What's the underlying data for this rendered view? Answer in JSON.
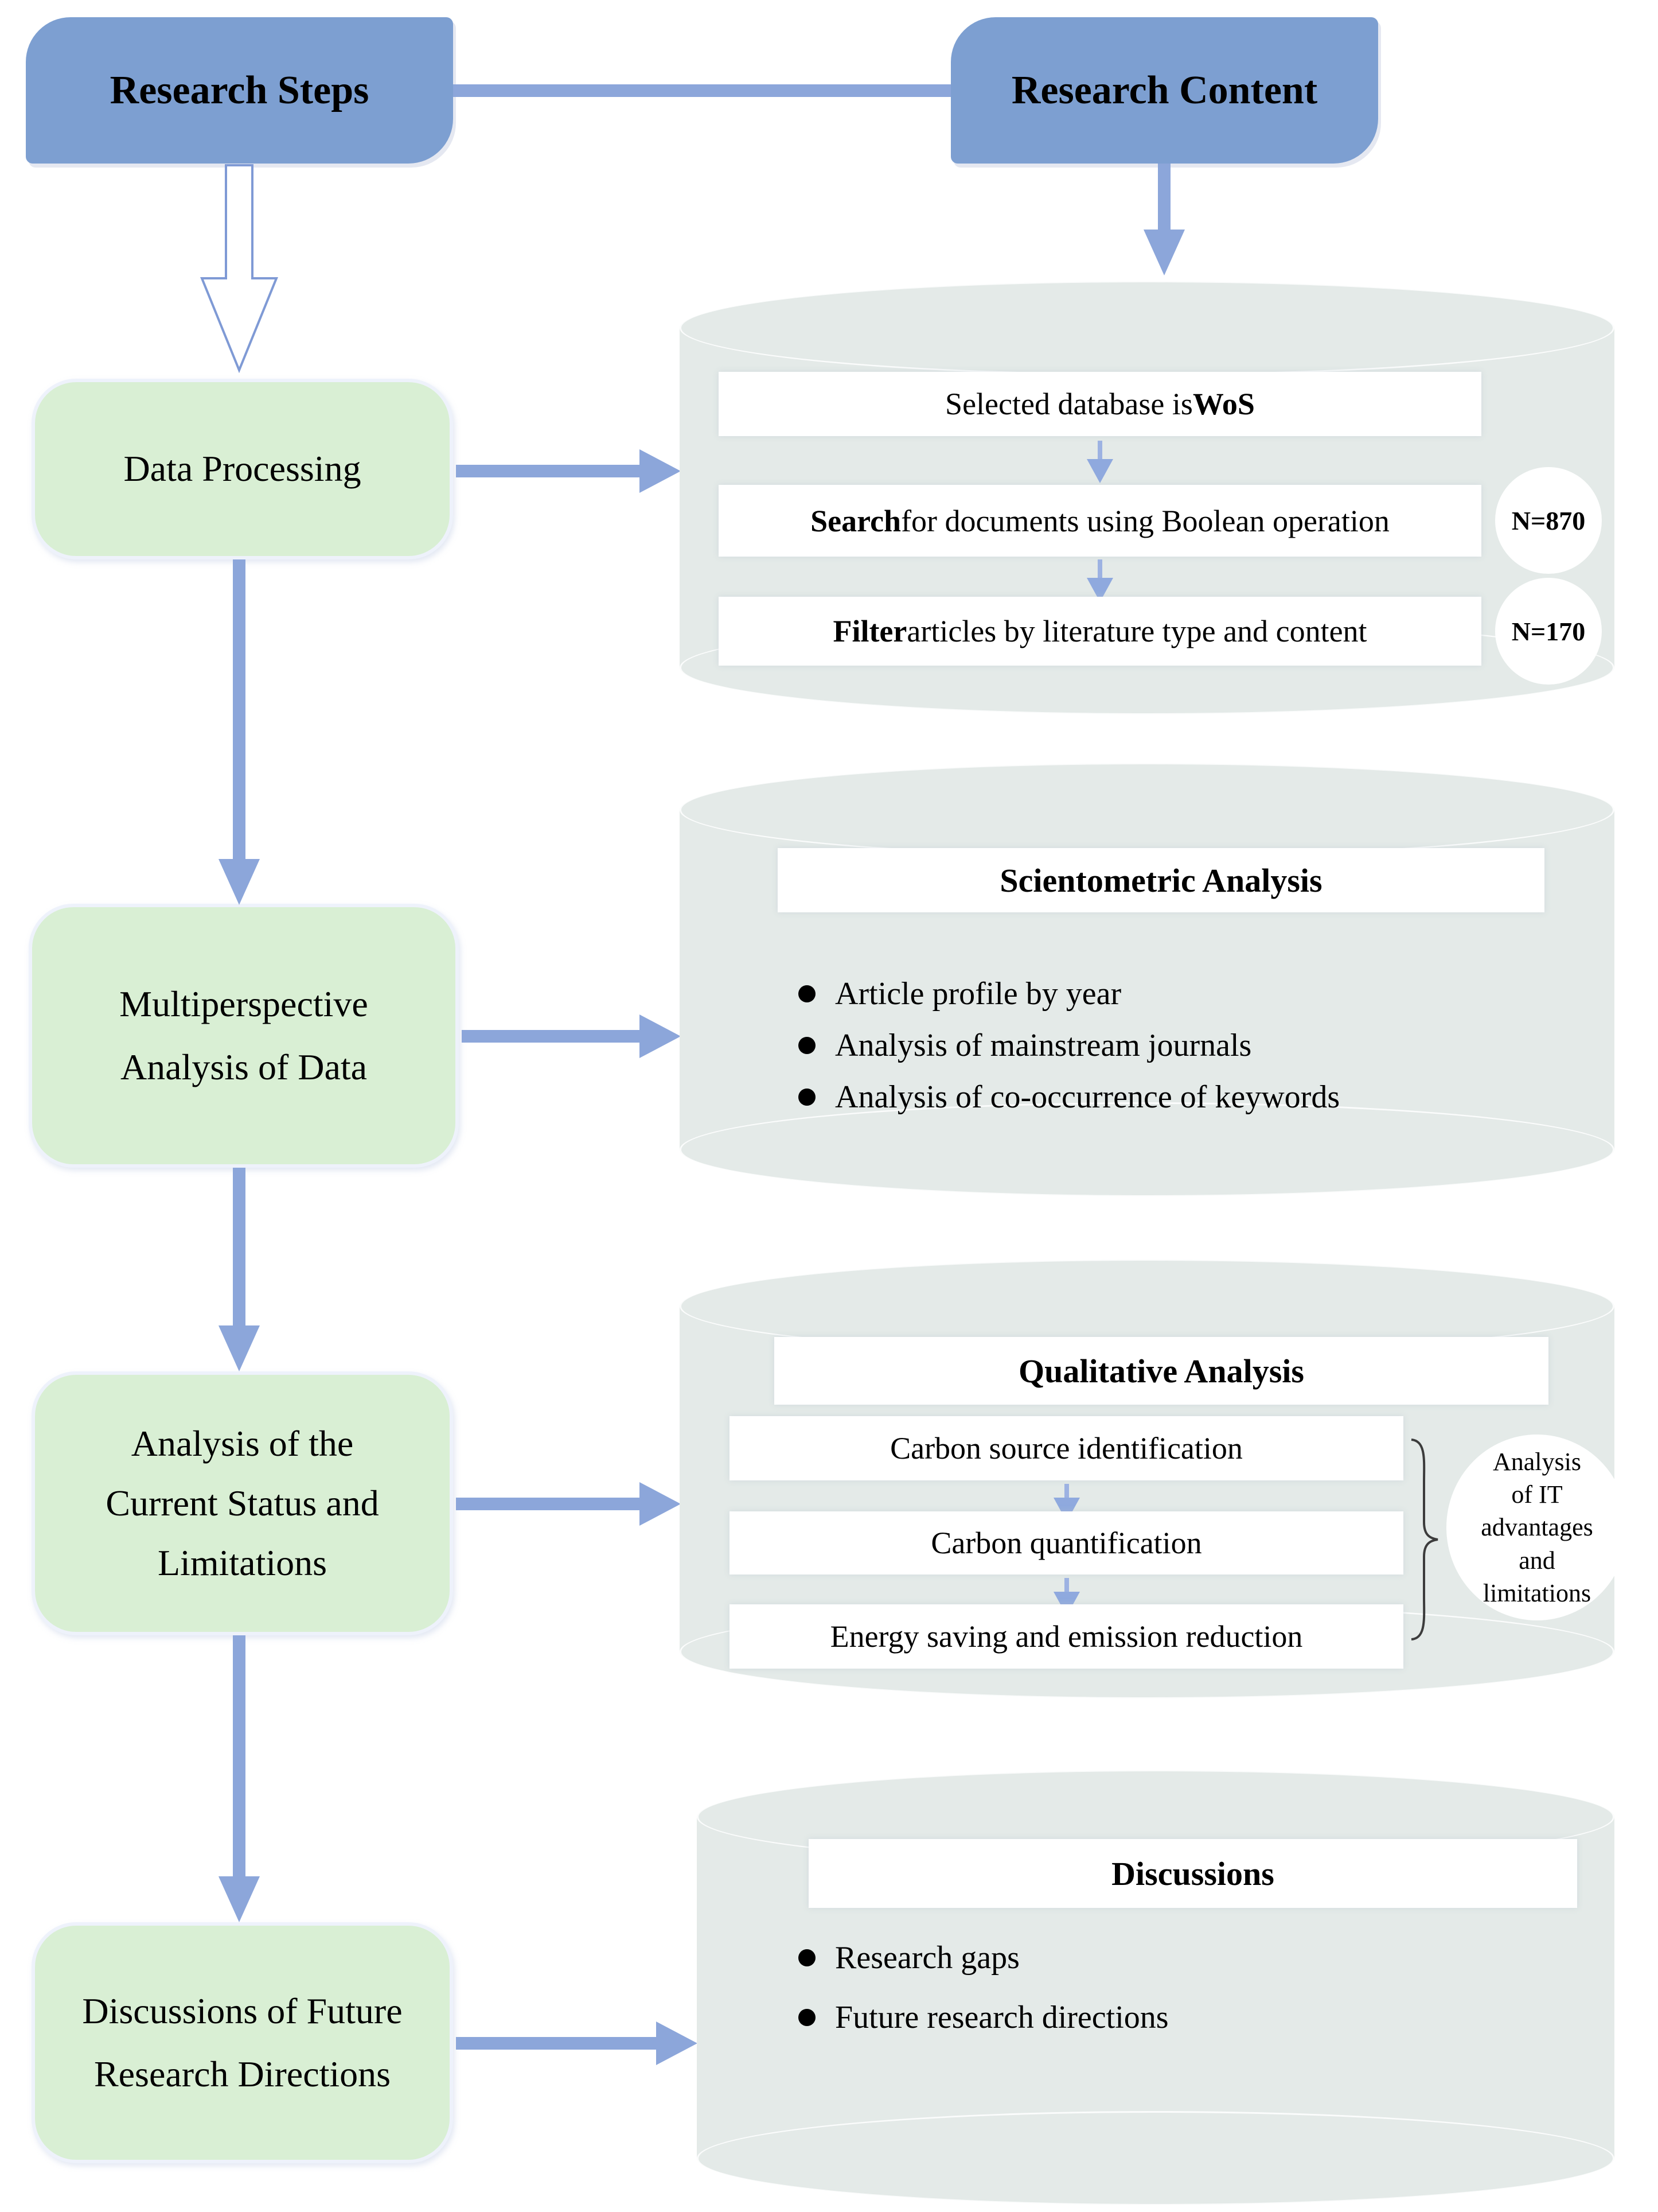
{
  "colors": {
    "blue_box": "#7d9fd1",
    "arrow_blue": "#8ca6da",
    "mini_arrow_blue": "#8fa9de",
    "green_box": "#d9efd4",
    "green_border": "#eef2fb",
    "cylinder_fill": "#e4eae8",
    "row_white": "#ffffff",
    "text": "#000000"
  },
  "header": {
    "steps_label": "Research Steps",
    "content_label": "Research Content"
  },
  "steps": {
    "s1": {
      "label": "Data Processing"
    },
    "s2": {
      "lines": [
        "Multiperspective",
        "Analysis of Data"
      ]
    },
    "s3": {
      "lines": [
        "Analysis of the",
        "Current Status and",
        "Limitations"
      ]
    },
    "s4": {
      "lines": [
        "Discussions of Future",
        "Research Directions"
      ]
    }
  },
  "cyl1": {
    "rows": [
      {
        "pre": "Selected database is ",
        "bold": "WoS",
        "post": ""
      },
      {
        "pre": "",
        "bold": "Search",
        "post": " for documents using Boolean operation",
        "badge": "N=870"
      },
      {
        "pre": "",
        "bold": "Filter",
        "post": " articles by literature type and content",
        "badge": "N=170"
      }
    ]
  },
  "cyl2": {
    "title": "Scientometric Analysis",
    "bullets": [
      "Article profile by year",
      "Analysis of mainstream journals",
      "Analysis of co-occurrence of keywords"
    ]
  },
  "cyl3": {
    "title": "Qualitative Analysis",
    "rows": [
      "Carbon source identification",
      "Carbon quantification",
      "Energy saving and emission reduction"
    ],
    "note": [
      "Analysis",
      "of IT",
      "advantages",
      "and",
      "limitations"
    ]
  },
  "cyl4": {
    "title": "Discussions",
    "bullets": [
      "Research gaps",
      "Future research directions"
    ]
  }
}
